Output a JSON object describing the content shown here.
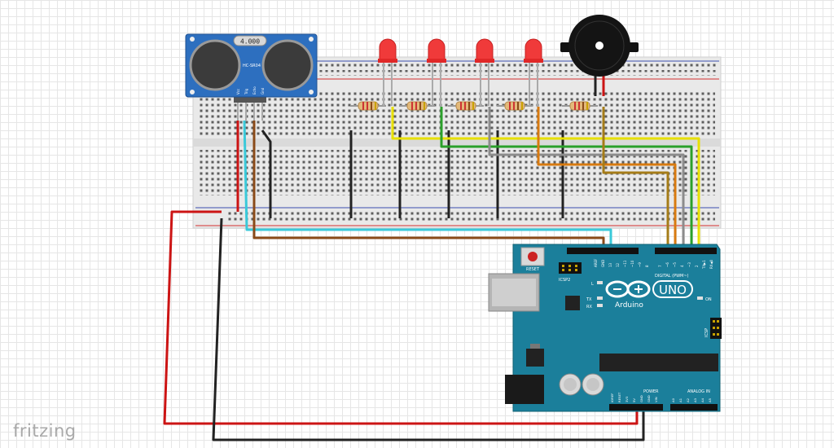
{
  "app": {
    "brand": "fritzing"
  },
  "sensor": {
    "crystal_label": "4.000",
    "model": "HC-SR04",
    "pins": [
      "Vcc",
      "Trig",
      "Echo",
      "Gnd"
    ]
  },
  "arduino": {
    "reset_label": "RESET",
    "icsp2_label": "ICSP2",
    "icsp_label": "ICSP",
    "logo_text": "UNO",
    "brand_text": "Arduino",
    "on_label": "ON",
    "l_label": "L",
    "tx_label": "TX",
    "rx_label": "RX",
    "digital_label": "DIGITAL (PWM~)",
    "power_label": "POWER",
    "analog_label": "ANALOG IN",
    "top_header_labels": [
      "AREF",
      "GND",
      "13",
      "12",
      "~11",
      "~10",
      "~9",
      "8",
      "7",
      "~6",
      "~5",
      "4",
      "~3",
      "2",
      "TX▶1",
      "RX◀0"
    ],
    "power_pin_labels": [
      "IOREF",
      "RESET",
      "3V3",
      "5V",
      "GND",
      "GND",
      "VIN"
    ],
    "analog_pin_labels": [
      "A0",
      "A1",
      "A2",
      "A3",
      "A4",
      "A5"
    ]
  },
  "colors": {
    "breadboard": "#e9e9e9",
    "rail_red": "#d22f2f",
    "rail_blue": "#3a4fb0",
    "arduino": "#1b7f9b",
    "sensor_board": "#2d6fbf",
    "led": "#f03a3a",
    "wire_red": "#cc1414",
    "wire_black": "#222222",
    "wire_cyan": "#3ac9d9",
    "wire_brown": "#8a4a18",
    "wire_yellow": "#e8e000",
    "wire_green": "#2aa02a",
    "wire_gray": "#8c8c8c",
    "wire_orange": "#d87a10",
    "wire_darkbrown": "#9c6a10",
    "wire_olive": "#a57c18"
  }
}
